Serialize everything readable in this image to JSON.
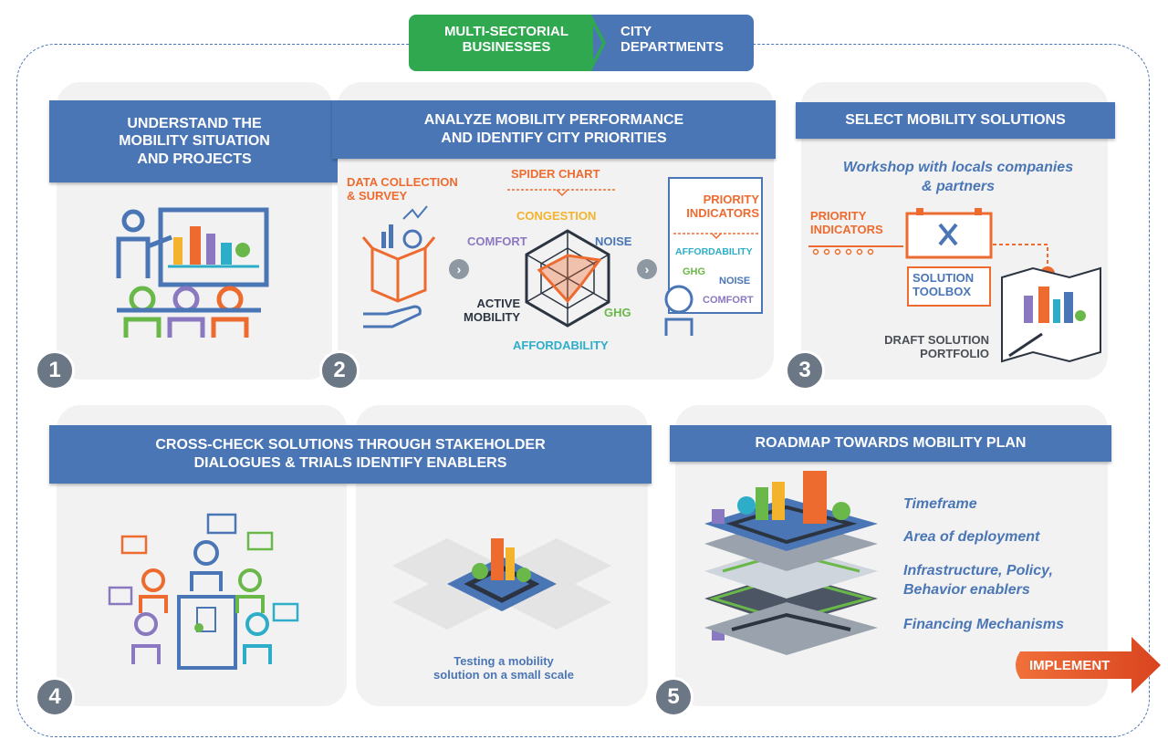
{
  "header": {
    "left_tab": "MULTI-SECTORIAL\nBUSINESSES",
    "right_tab": "CITY\nDEPARTMENTS",
    "colors": {
      "green": "#2fa84f",
      "blue": "#4a76b6"
    }
  },
  "steps": [
    {
      "number": "1",
      "title": "UNDERSTAND THE\nMOBILITY SITUATION\nAND PROJECTS"
    },
    {
      "number": "2",
      "title": "ANALYZE MOBILITY PERFORMANCE\nAND IDENTIFY CITY PRIORITIES"
    },
    {
      "number": "3",
      "title": "SELECT MOBILITY SOLUTIONS"
    },
    {
      "number": "4",
      "title": "CROSS-CHECK SOLUTIONS THROUGH STAKEHOLDER\nDIALOGUES & TRIALS IDENTIFY ENABLERS"
    },
    {
      "number": "5",
      "title": "ROADMAP TOWARDS MOBILITY PLAN"
    }
  ],
  "step2": {
    "data_collection": "DATA COLLECTION\n& SURVEY",
    "spider_chart": "SPIDER  CHART",
    "axes": {
      "congestion": "CONGESTION",
      "noise": "NOISE",
      "ghg": "GHG",
      "affordability": "AFFORDABILITY",
      "active_mobility": "ACTIVE\nMOBILITY",
      "comfort": "COMFORT"
    },
    "priority_title": "PRIORITY\nINDICATORS",
    "priority_items": {
      "affordability": "AFFORDABILITY",
      "ghg": "GHG",
      "noise": "NOISE",
      "comfort": "COMFORT"
    }
  },
  "step3": {
    "workshop": "Workshop with locals companies\n& partners",
    "priority": "PRIORITY\nINDICATORS",
    "toolbox": "SOLUTION\nTOOLBOX",
    "draft": "DRAFT  SOLUTION\nPORTFOLIO"
  },
  "step4": {
    "testing": "Testing a mobility\nsolution on a small scale"
  },
  "step5": {
    "items": [
      "Timeframe",
      "Area of deployment",
      "Infrastructure, Policy,\nBehavior enablers",
      "Financing Mechanisms"
    ],
    "implement": "IMPLEMENT"
  },
  "colors": {
    "orange": "#ee6b30",
    "teal": "#2eadc8",
    "green": "#6ab84a",
    "purple": "#8a78c0",
    "yellow": "#f3b32c",
    "banner": "#4a76b6"
  }
}
